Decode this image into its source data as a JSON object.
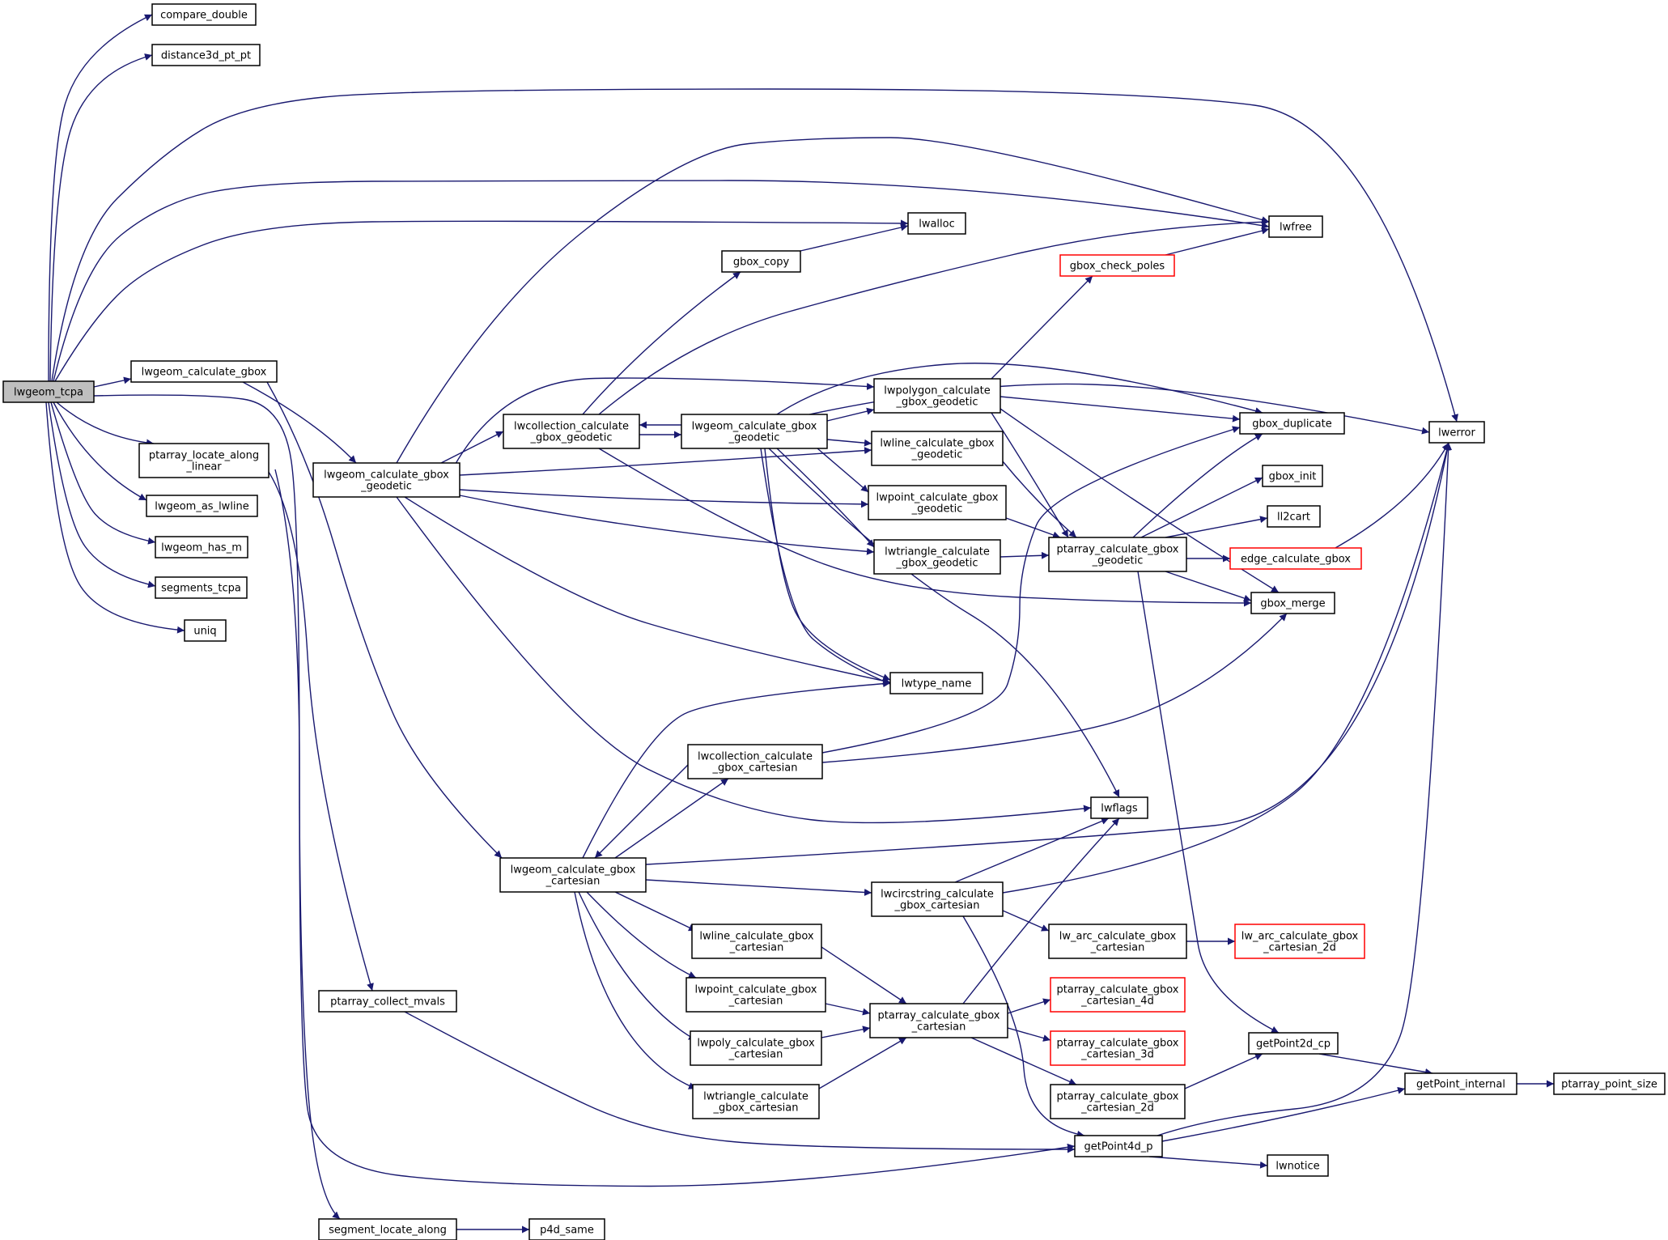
{
  "graph": {
    "root": "lwgeom_tcpa",
    "nodes": [
      {
        "id": "lwgeom_tcpa",
        "lines": [
          "lwgeom_tcpa"
        ],
        "style": "root"
      },
      {
        "id": "compare_double",
        "lines": [
          "compare_double"
        ],
        "style": "normal"
      },
      {
        "id": "distance3d_pt_pt",
        "lines": [
          "distance3d_pt_pt"
        ],
        "style": "normal"
      },
      {
        "id": "lwgeom_calculate_gbox",
        "lines": [
          "lwgeom_calculate_gbox"
        ],
        "style": "normal"
      },
      {
        "id": "ptarray_locate_along_linear",
        "lines": [
          "ptarray_locate_along",
          "_linear"
        ],
        "style": "normal"
      },
      {
        "id": "lwgeom_as_lwline",
        "lines": [
          "lwgeom_as_lwline"
        ],
        "style": "normal"
      },
      {
        "id": "lwgeom_has_m",
        "lines": [
          "lwgeom_has_m"
        ],
        "style": "normal"
      },
      {
        "id": "segments_tcpa",
        "lines": [
          "segments_tcpa"
        ],
        "style": "normal"
      },
      {
        "id": "uniq",
        "lines": [
          "uniq"
        ],
        "style": "normal"
      },
      {
        "id": "lwgeom_calculate_gbox_geodetic",
        "lines": [
          "lwgeom_calculate_gbox",
          "_geodetic"
        ],
        "style": "normal"
      },
      {
        "id": "lwcollection_calculate_gbox_geodetic",
        "lines": [
          "lwcollection_calculate",
          "_gbox_geodetic"
        ],
        "style": "normal"
      },
      {
        "id": "geom_calculate_gbox_geodetic_inner",
        "lines": [
          "lwgeom_calculate_gbox",
          "_geodetic"
        ],
        "style": "normal"
      },
      {
        "id": "gbox_copy",
        "lines": [
          "gbox_copy"
        ],
        "style": "normal"
      },
      {
        "id": "lwalloc",
        "lines": [
          "lwalloc"
        ],
        "style": "normal"
      },
      {
        "id": "lwfree",
        "lines": [
          "lwfree"
        ],
        "style": "normal"
      },
      {
        "id": "lwerror",
        "lines": [
          "lwerror"
        ],
        "style": "normal"
      },
      {
        "id": "gbox_check_poles",
        "lines": [
          "gbox_check_poles"
        ],
        "style": "red"
      },
      {
        "id": "lwpolygon_calculate_gbox_geodetic",
        "lines": [
          "lwpolygon_calculate",
          "_gbox_geodetic"
        ],
        "style": "normal"
      },
      {
        "id": "lwline_calculate_gbox_geodetic",
        "lines": [
          "lwline_calculate_gbox",
          "_geodetic"
        ],
        "style": "normal"
      },
      {
        "id": "lwpoint_calculate_gbox_geodetic",
        "lines": [
          "lwpoint_calculate_gbox",
          "_geodetic"
        ],
        "style": "normal"
      },
      {
        "id": "lwtriangle_calculate_gbox_geodetic",
        "lines": [
          "lwtriangle_calculate",
          "_gbox_geodetic"
        ],
        "style": "normal"
      },
      {
        "id": "ptarray_calculate_gbox_geodetic",
        "lines": [
          "ptarray_calculate_gbox",
          "_geodetic"
        ],
        "style": "normal"
      },
      {
        "id": "gbox_duplicate",
        "lines": [
          "gbox_duplicate"
        ],
        "style": "normal"
      },
      {
        "id": "gbox_init",
        "lines": [
          "gbox_init"
        ],
        "style": "normal"
      },
      {
        "id": "ll2cart",
        "lines": [
          "ll2cart"
        ],
        "style": "normal"
      },
      {
        "id": "edge_calculate_gbox",
        "lines": [
          "edge_calculate_gbox"
        ],
        "style": "red"
      },
      {
        "id": "gbox_merge",
        "lines": [
          "gbox_merge"
        ],
        "style": "normal"
      },
      {
        "id": "lwtype_name",
        "lines": [
          "lwtype_name"
        ],
        "style": "normal"
      },
      {
        "id": "lwcollection_calculate_gbox_cartesian",
        "lines": [
          "lwcollection_calculate",
          "_gbox_cartesian"
        ],
        "style": "normal"
      },
      {
        "id": "lwflags",
        "lines": [
          "lwflags"
        ],
        "style": "normal"
      },
      {
        "id": "lwgeom_calculate_gbox_cartesian",
        "lines": [
          "lwgeom_calculate_gbox",
          "_cartesian"
        ],
        "style": "normal"
      },
      {
        "id": "lwcircstring_calculate_gbox_cartesian",
        "lines": [
          "lwcircstring_calculate",
          "_gbox_cartesian"
        ],
        "style": "normal"
      },
      {
        "id": "lw_arc_calculate_gbox_cartesian",
        "lines": [
          "lw_arc_calculate_gbox",
          "_cartesian"
        ],
        "style": "normal"
      },
      {
        "id": "lw_arc_calculate_gbox_cartesian_2d",
        "lines": [
          "lw_arc_calculate_gbox",
          "_cartesian_2d"
        ],
        "style": "red"
      },
      {
        "id": "lwline_calculate_gbox_cartesian",
        "lines": [
          "lwline_calculate_gbox",
          "_cartesian"
        ],
        "style": "normal"
      },
      {
        "id": "lwpoint_calculate_gbox_cartesian",
        "lines": [
          "lwpoint_calculate_gbox",
          "_cartesian"
        ],
        "style": "normal"
      },
      {
        "id": "lwpoly_calculate_gbox_cartesian",
        "lines": [
          "lwpoly_calculate_gbox",
          "_cartesian"
        ],
        "style": "normal"
      },
      {
        "id": "lwtriangle_calculate_gbox_cartesian",
        "lines": [
          "lwtriangle_calculate",
          "_gbox_cartesian"
        ],
        "style": "normal"
      },
      {
        "id": "ptarray_calculate_gbox_cartesian",
        "lines": [
          "ptarray_calculate_gbox",
          "_cartesian"
        ],
        "style": "normal"
      },
      {
        "id": "ptarray_calculate_gbox_cartesian_4d",
        "lines": [
          "ptarray_calculate_gbox",
          "_cartesian_4d"
        ],
        "style": "red"
      },
      {
        "id": "ptarray_calculate_gbox_cartesian_3d",
        "lines": [
          "ptarray_calculate_gbox",
          "_cartesian_3d"
        ],
        "style": "red"
      },
      {
        "id": "ptarray_calculate_gbox_cartesian_2d",
        "lines": [
          "ptarray_calculate_gbox",
          "_cartesian_2d"
        ],
        "style": "normal"
      },
      {
        "id": "getPoint2d_cp",
        "lines": [
          "getPoint2d_cp"
        ],
        "style": "normal"
      },
      {
        "id": "getPoint_internal",
        "lines": [
          "getPoint_internal"
        ],
        "style": "normal"
      },
      {
        "id": "ptarray_point_size",
        "lines": [
          "ptarray_point_size"
        ],
        "style": "normal"
      },
      {
        "id": "getPoint4d_p",
        "lines": [
          "getPoint4d_p"
        ],
        "style": "normal"
      },
      {
        "id": "lwnotice",
        "lines": [
          "lwnotice"
        ],
        "style": "normal"
      },
      {
        "id": "ptarray_collect_mvals",
        "lines": [
          "ptarray_collect_mvals"
        ],
        "style": "normal"
      },
      {
        "id": "segment_locate_along",
        "lines": [
          "segment_locate_along"
        ],
        "style": "normal"
      },
      {
        "id": "p4d_same",
        "lines": [
          "p4d_same"
        ],
        "style": "normal"
      }
    ]
  }
}
